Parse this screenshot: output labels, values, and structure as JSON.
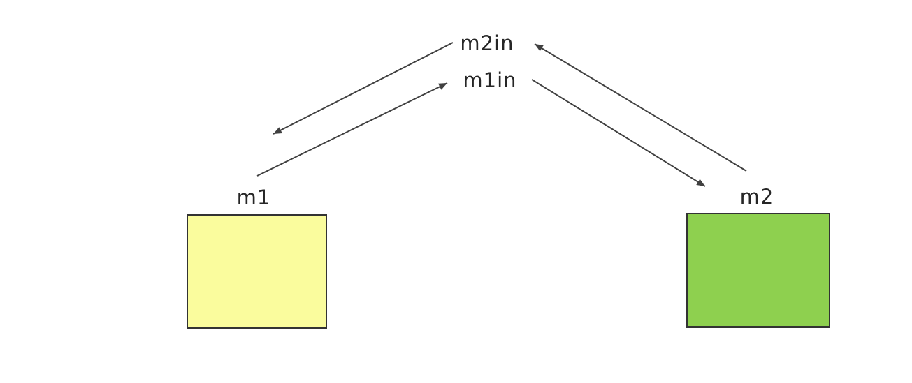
{
  "diagram": {
    "background": "#ffffff",
    "text_color": "#262626",
    "arrow_color": "#404040",
    "nodes": {
      "m1": {
        "label": "m1",
        "fill": "#fafc9d",
        "border": "#333333"
      },
      "m2": {
        "label": "m2",
        "fill": "#8ed04f",
        "border": "#333333"
      },
      "m1in": {
        "label": "m1in"
      },
      "m2in": {
        "label": "m2in"
      }
    },
    "edges": [
      {
        "from": "m1",
        "to": "m1in"
      },
      {
        "from": "m1in",
        "to": "m2"
      },
      {
        "from": "m2",
        "to": "m2in"
      },
      {
        "from": "m2in",
        "to": "m1"
      }
    ]
  }
}
